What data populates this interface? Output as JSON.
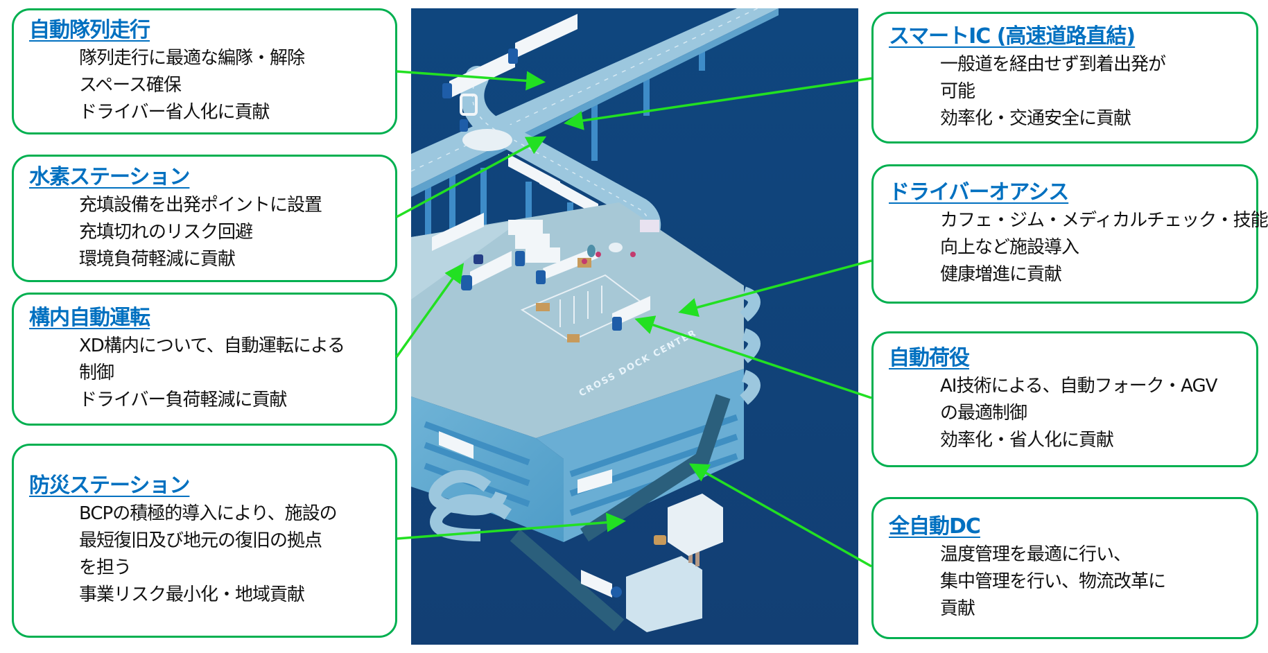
{
  "colors": {
    "box_border": "#00B050",
    "title": "#0070C0",
    "body_text": "#111111",
    "arrow": "#22E022",
    "illustration_bg": "#0F467E",
    "illustration_light": "#8FC3DD"
  },
  "left_boxes": [
    {
      "title": "自動隊列走行",
      "lines": [
        "隊列走行に最適な編隊・解除",
        "スペース確保",
        "ドライバー省人化に貢献"
      ]
    },
    {
      "title": "水素ステーション",
      "lines": [
        "充填設備を出発ポイントに設置",
        "充填切れのリスク回避",
        "環境負荷軽減に貢献"
      ]
    },
    {
      "title": "構内自動運転",
      "lines": [
        "XD構内について、自動運転による",
        "制御",
        "ドライバー負荷軽減に貢献"
      ]
    },
    {
      "title": "防災ステーション",
      "lines": [
        "BCPの積極的導入により、施設の",
        "最短復旧及び地元の復旧の拠点",
        "を担う",
        "事業リスク最小化・地域貢献"
      ]
    }
  ],
  "right_boxes": [
    {
      "title": "スマートIC (高速道路直結)",
      "lines": [
        "一般道を経由せず到着出発が",
        "可能",
        "効率化・交通安全に貢献"
      ]
    },
    {
      "title": "ドライバーオアシス",
      "lines": [
        "カフェ・ジム・メディカルチェック・技能",
        "向上など施設導入",
        "健康増進に貢献"
      ]
    },
    {
      "title": "自動荷役",
      "lines": [
        "AI技術による、自動フォーク・AGV",
        "の最適制御",
        "効率化・省人化に貢献"
      ]
    },
    {
      "title": "全自動DC",
      "lines": [
        "温度管理を最適に行い、",
        "集中管理を行い、物流改革に",
        "貢献"
      ]
    }
  ],
  "illustration": {
    "building_label": "CROSS DOCK CENTER"
  }
}
